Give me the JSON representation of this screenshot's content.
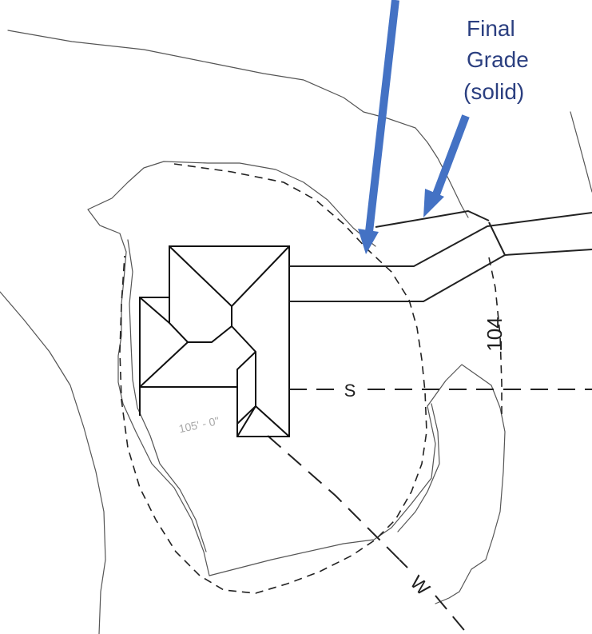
{
  "annotation": {
    "lines": [
      "Final",
      "Grade",
      "(solid)"
    ],
    "color": "#2b3f80"
  },
  "arrows": {
    "color": "#4472c4"
  },
  "labels": {
    "contour": "104",
    "sewer": "S",
    "water": "W",
    "elevation": "105' - 0\""
  }
}
